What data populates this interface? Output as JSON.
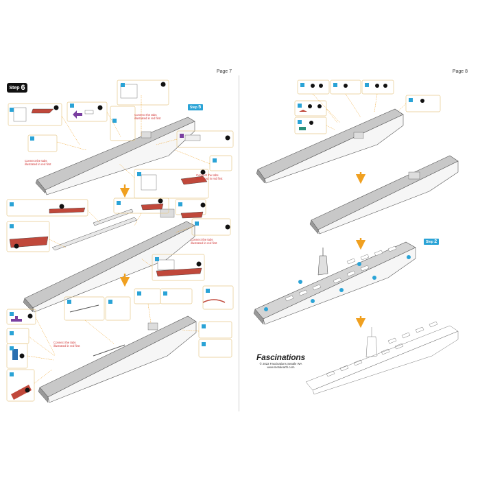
{
  "left_page": {
    "page_label": "Page 7",
    "step": {
      "word": "Step",
      "number": "6"
    },
    "notes": [
      "Connect the tabs\nillustrated in red first",
      "Connect the tabs\nillustrated in red first",
      "Connect the tabs\nillustrated in red first",
      "Connect the tabs\nillustrated in red first",
      "Connect the tabs\nillustrated in red first"
    ],
    "from_step_tag": {
      "word": "Step",
      "number": "5"
    }
  },
  "right_page": {
    "page_label": "Page 8",
    "from_step_tag": {
      "word": "Step",
      "number": "2"
    },
    "brand": {
      "logo": "Fascinations",
      "copyright": "© 2022 Fascinations Seattle WA",
      "website": "www.metalearth.com"
    }
  },
  "colors": {
    "accent_blue": "#2aa3d6",
    "note_red": "#d03030",
    "part_red": "#c0483b",
    "part_purple": "#7a3fa0",
    "part_teal": "#2a8f7a",
    "step_badge": "#111111",
    "callout_box_border": "#e6c98a",
    "hull_gray": "#b9b9b9"
  }
}
